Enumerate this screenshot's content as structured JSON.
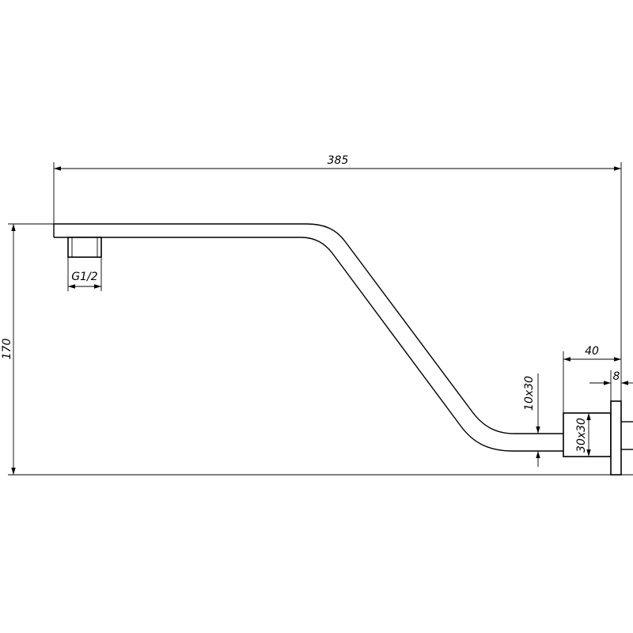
{
  "dimensions": {
    "overall_length": "385",
    "overall_height": "170",
    "thread": "G1/2",
    "arm_section": "10x30",
    "block_section": "30x30",
    "block_depth": "40",
    "plate_thickness": "8"
  },
  "colors": {
    "line": "#000000",
    "background": "#ffffff"
  }
}
